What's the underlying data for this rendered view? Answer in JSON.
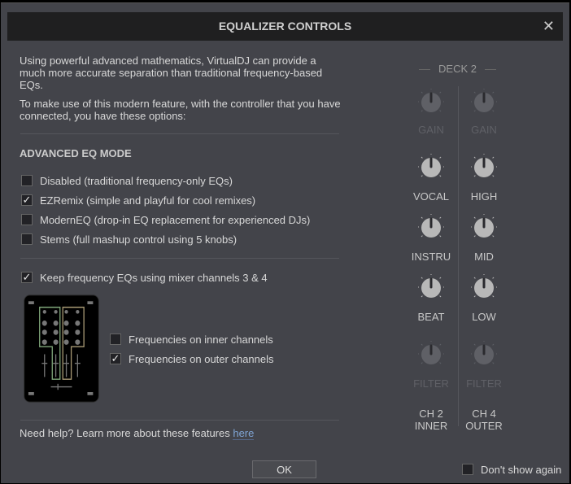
{
  "title": "EQUALIZER CONTROLS",
  "intro1": "Using powerful advanced mathematics, VirtualDJ can provide a much more accurate separation than traditional frequency-based EQs.",
  "intro2": "To make use of this modern feature, with the controller that you have connected, you have these options:",
  "mode_heading": "ADVANCED EQ MODE",
  "modes": [
    {
      "label": "Disabled (traditional frequency-only EQs)",
      "checked": false
    },
    {
      "label": "EZRemix (simple and playful for cool remixes)",
      "checked": true
    },
    {
      "label": "ModernEQ (drop-in EQ replacement for experienced DJs)",
      "checked": false
    },
    {
      "label": "Stems (full mashup control using 5 knobs)",
      "checked": false
    }
  ],
  "keep_freq": {
    "label": "Keep frequency EQs using mixer channels 3 & 4",
    "checked": true
  },
  "channel_opts": [
    {
      "label": "Frequencies on inner channels",
      "checked": false
    },
    {
      "label": "Frequencies on outer channels",
      "checked": true
    }
  ],
  "help_text": "Need help? Learn more about these features ",
  "help_link": "here",
  "deck": "DECK 2",
  "knob_rows": [
    {
      "left": "GAIN",
      "right": "GAIN",
      "enabled": false
    },
    {
      "left": "VOCAL",
      "right": "HIGH",
      "enabled": true
    },
    {
      "left": "INSTRU",
      "right": "MID",
      "enabled": true
    },
    {
      "left": "BEAT",
      "right": "LOW",
      "enabled": true
    },
    {
      "left": "FILTER",
      "right": "FILTER",
      "enabled": false
    }
  ],
  "ch_left": [
    "CH 2",
    "INNER"
  ],
  "ch_right": [
    "CH 4",
    "OUTER"
  ],
  "ok": "OK",
  "dont_show": {
    "label": "Don't show again",
    "checked": false
  }
}
